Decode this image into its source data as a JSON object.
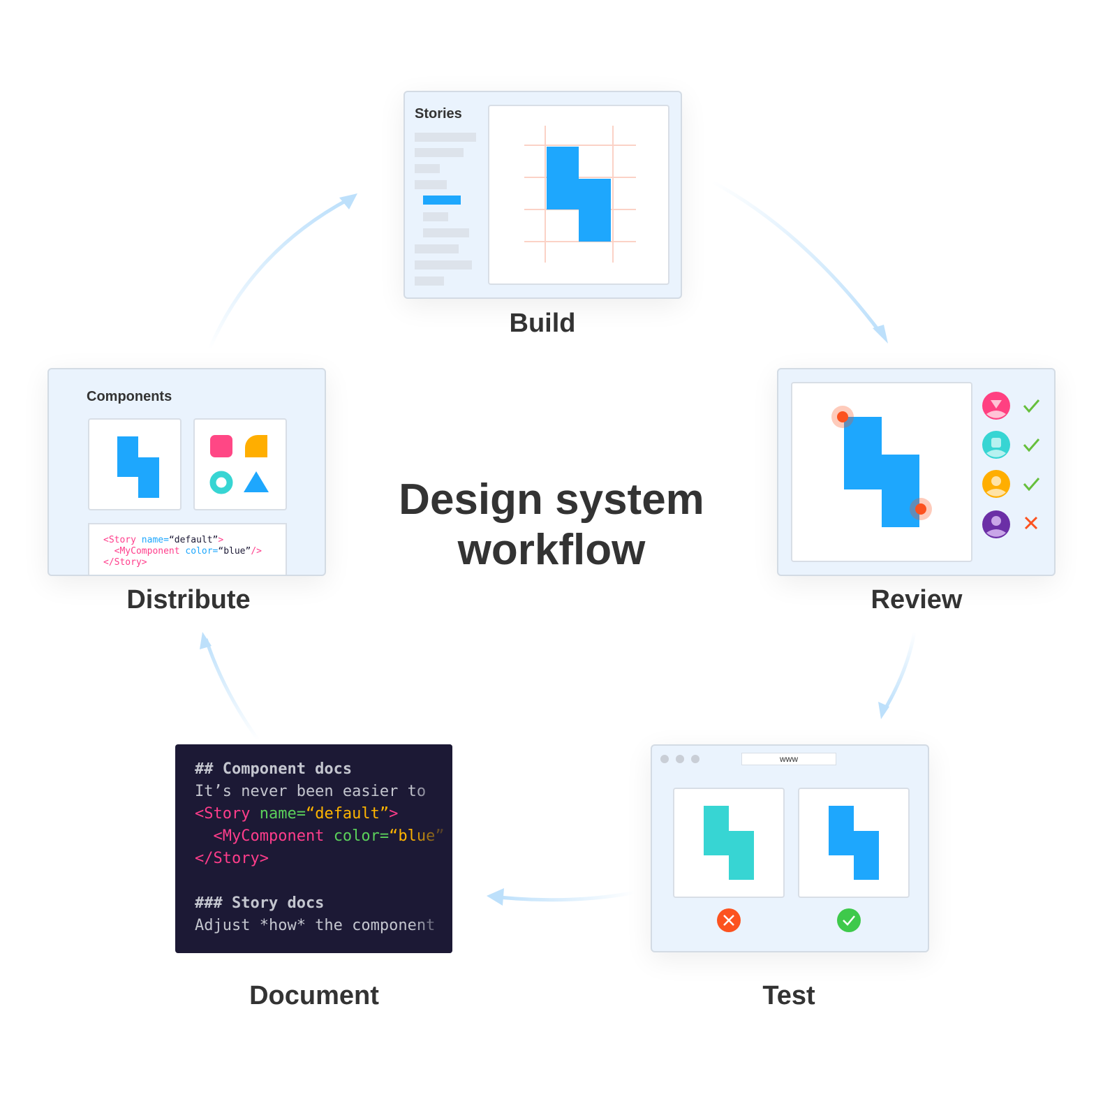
{
  "title_line1": "Design system",
  "title_line2": "workflow",
  "build": {
    "label": "Build",
    "sidebar_title": "Stories"
  },
  "review": {
    "label": "Review",
    "reviewers": [
      {
        "color": "#ff4081",
        "status": "approved"
      },
      {
        "color": "#37d5d3",
        "status": "approved"
      },
      {
        "color": "#ffae00",
        "status": "approved"
      },
      {
        "color": "#6b2fa6",
        "status": "rejected"
      }
    ]
  },
  "test": {
    "label": "Test",
    "url": "www"
  },
  "document": {
    "label": "Document",
    "line1": "## Component docs",
    "line2": "It’s never been easier to",
    "line3_tag": "<Story ",
    "line3_attr": "name=",
    "line3_val": "“default”",
    "line3_end": ">",
    "line4_tag": "  <MyComponent ",
    "line4_attr": "color=",
    "line4_val": "“blue”",
    "line5": "</Story>",
    "line7": "### Story docs",
    "line8": "Adjust *how* the component"
  },
  "distribute": {
    "label": "Distribute",
    "panel_title": "Components",
    "code1_tag": "<Story ",
    "code1_attr": "name=",
    "code1_val": "“default”",
    "code1_end": ">",
    "code2_tag": "  <MyComponent ",
    "code2_attr": "color=",
    "code2_val": "“blue”",
    "code2_end": "/>",
    "code3": "</Story>"
  },
  "colors": {
    "blue": "#1ea7fd",
    "teal": "#37d5d3",
    "pink": "#ff4785",
    "yellow": "#ffae00",
    "red": "#fc521f",
    "green": "#66bf3c",
    "arrow": "#bde0fb"
  }
}
